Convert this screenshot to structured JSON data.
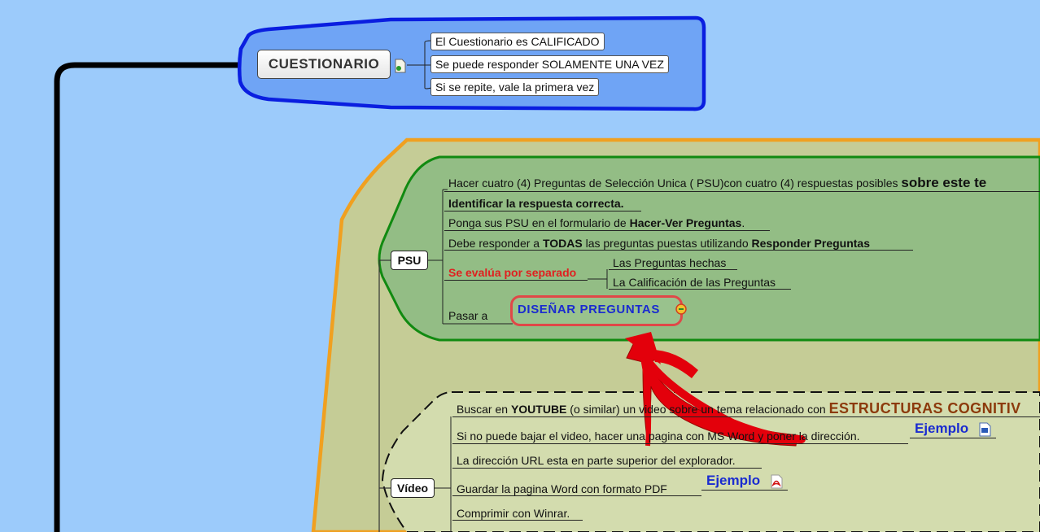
{
  "cuestionario": {
    "label": "CUESTIONARIO",
    "items": [
      "El Cuestionario es CALIFICADO",
      "Se puede responder SOLAMENTE UNA VEZ",
      "Si se repite, vale la primera vez"
    ]
  },
  "psu": {
    "label": "PSU",
    "line1_a": "Hacer cuatro (4) Preguntas de Selección Unica ( PSU)con cuatro (4) respuestas posibles ",
    "line1_b": "sobre este te",
    "line2": "Identificar la respuesta correcta.",
    "line3_a": "Ponga sus PSU en el formulario de ",
    "line3_b": "Hacer-Ver Preguntas",
    "line3_c": ".",
    "line4_a": "Debe responder a ",
    "line4_b": "TODAS",
    "line4_c": " las  preguntas puestas utilizando ",
    "line4_d": "Responder Preguntas",
    "evalua": "Se evalúa por separado",
    "evalua_items": [
      "Las Preguntas hechas",
      "La Calificación de las Preguntas"
    ],
    "pasar": "Pasar a",
    "disenar": "DISEÑAR PREGUNTAS"
  },
  "video": {
    "label": "Vídeo",
    "line1_a": "Buscar en ",
    "line1_b": "YOUTUBE",
    "line1_c": " (o similar) un video sobre un tema relacionado con ",
    "line1_d": "ESTRUCTURAS COGNITIV",
    "line2": "Si no puede bajar el video, hacer una pagina con MS Word y poner la dirección.",
    "ejemplo1": "Ejemplo",
    "line3": "La dirección URL esta en parte superior del explorador.",
    "line4": "Guardar la pagina Word con formato PDF",
    "ejemplo2": "Ejemplo",
    "line5": "Comprimir con Winrar."
  },
  "colors": {
    "background": "#9ccbfb",
    "cuestionario_fill": "#6fa4f5",
    "cuestionario_border": "#0a1ee0",
    "outer_fill": "#c5cc96",
    "outer_border": "#f0a020",
    "psu_fill": "#93bd85",
    "psu_border": "#118a11",
    "video_fill": "#d3dcae",
    "arrow": "#e3000b"
  }
}
